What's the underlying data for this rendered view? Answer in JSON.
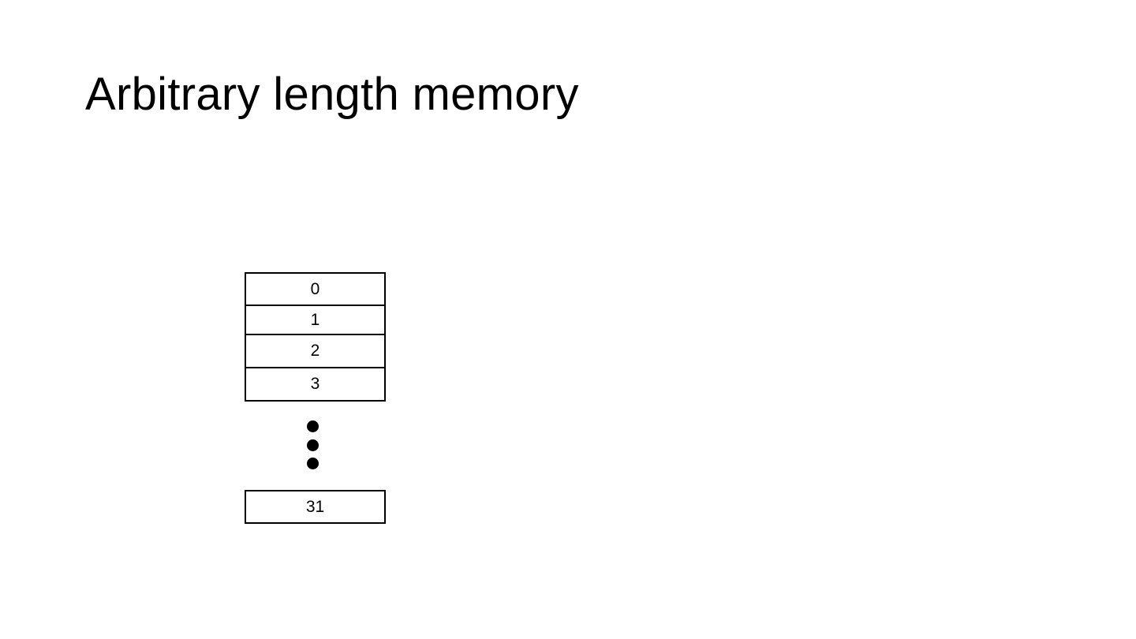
{
  "slide": {
    "title": "Arbitrary length memory"
  },
  "memory": {
    "cells": [
      "0",
      "1",
      "2",
      "3"
    ],
    "ellipsis_icon": "vertical-ellipsis-icon",
    "last_cell": "31"
  }
}
